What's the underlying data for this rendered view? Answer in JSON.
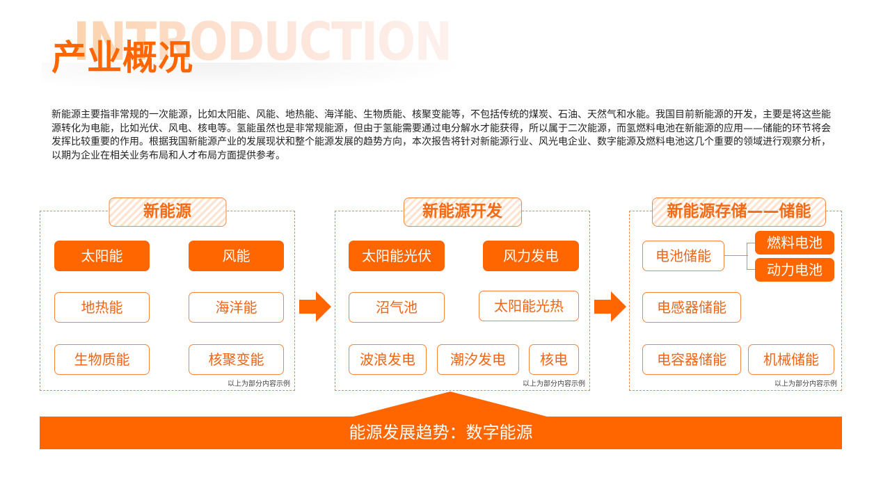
{
  "header": {
    "background_word": "INTRODUCTION",
    "title": "产业概况"
  },
  "intro_text": "新能源主要指非常规的一次能源，比如太阳能、风能、地热能、海洋能、生物质能、核聚变能等，不包括传统的煤炭、石油、天然气和水能。我国目前新能源的开发，主要是将这些能源转化为电能，比如光伏、风电、核电等。氢能虽然也是非常规能源，但由于氢能需要通过电分解水才能获得，所以属于二次能源，而氢燃料电池在新能源的应用——储能的环节将会发挥比较重要的作用。根据我国新能源产业的发展现状和整个能源发展的趋势方向，本次报告将针对新能源行业、风光电企业、数字能源及燃料电池这几个重要的领域进行观察分析，以期为企业在相关业务布局和人才布局方面提供参考。",
  "colors": {
    "accent": "#ff6600",
    "border": "#f6843a",
    "text": "#222222"
  },
  "panels": [
    {
      "title": "新能源",
      "items": [
        {
          "label": "太阳能",
          "style": "solid"
        },
        {
          "label": "风能",
          "style": "solid"
        },
        {
          "label": "地热能",
          "style": "outline"
        },
        {
          "label": "海洋能",
          "style": "outline"
        },
        {
          "label": "生物质能",
          "style": "outline"
        },
        {
          "label": "核聚变能",
          "style": "outline"
        }
      ],
      "note": "以上为部分内容示例"
    },
    {
      "title": "新能源开发",
      "items": [
        {
          "label": "太阳能光伏",
          "style": "solid"
        },
        {
          "label": "风力发电",
          "style": "solid"
        },
        {
          "label": "沼气池",
          "style": "outline"
        },
        {
          "label": "太阳能光热",
          "style": "outline"
        },
        {
          "label": "波浪发电",
          "style": "outline"
        },
        {
          "label": "潮汐发电",
          "style": "outline"
        },
        {
          "label": "核电",
          "style": "outline"
        }
      ],
      "note": "以上为部分内容示例"
    },
    {
      "title": "新能源存储——储能",
      "items": [
        {
          "label": "电池储能",
          "style": "outline"
        },
        {
          "label": "燃料电池",
          "style": "solid"
        },
        {
          "label": "动力电池",
          "style": "solid"
        },
        {
          "label": "电感器储能",
          "style": "outline"
        },
        {
          "label": "电容器储能",
          "style": "outline"
        },
        {
          "label": "机械储能",
          "style": "outline"
        }
      ],
      "note": "以上为部分内容示例"
    }
  ],
  "flow_icons": [
    "arrow-right-icon",
    "arrow-right-icon"
  ],
  "trend": {
    "label": "能源发展趋势：数字能源"
  }
}
